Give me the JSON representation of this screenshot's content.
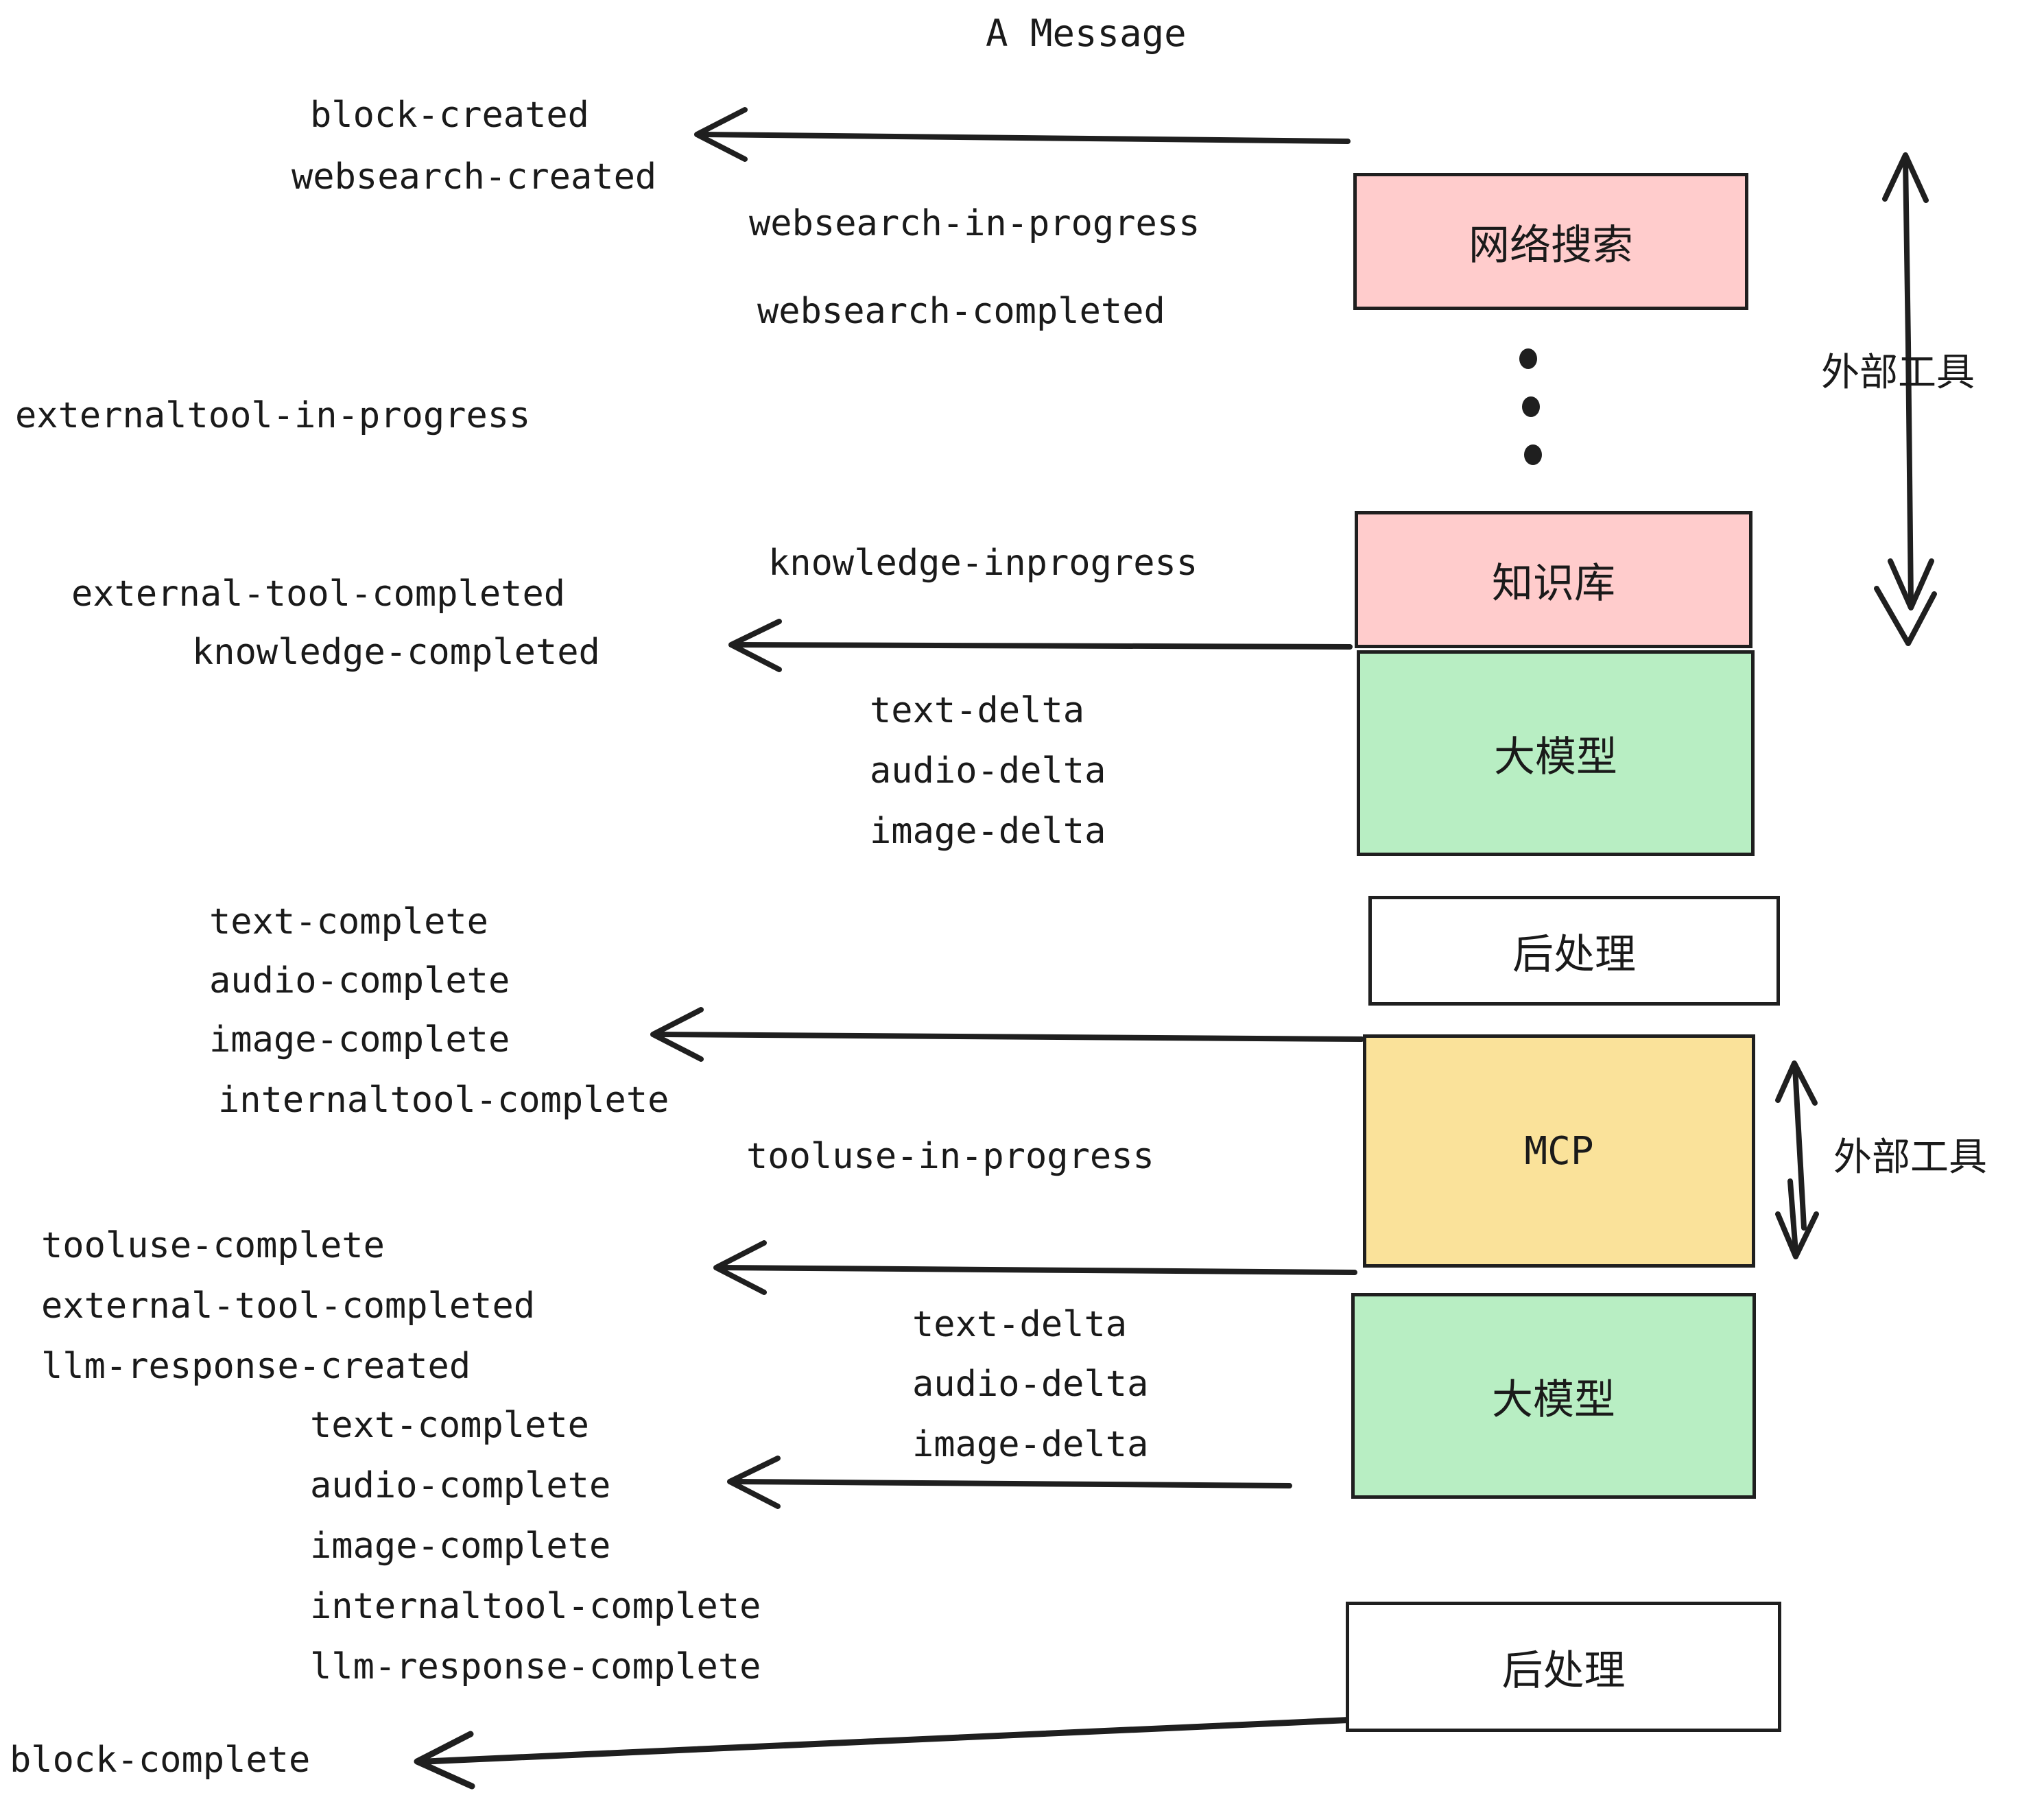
{
  "title": "A Message",
  "colors": {
    "pink": "#FFCCCC",
    "green": "#B8EEC3",
    "yellow": "#FAE29A",
    "white": "#FFFFFF",
    "stroke": "#1F1F1F",
    "text": "#1A1A1A",
    "background": "#FFFFFF"
  },
  "boxes": [
    {
      "id": "websearch",
      "label": "网络搜索",
      "fill": "#FFCCCC"
    },
    {
      "id": "knowledge",
      "label": "知识库",
      "fill": "#FFCCCC"
    },
    {
      "id": "llm-1",
      "label": "大模型",
      "fill": "#B8EEC3"
    },
    {
      "id": "postprocess-1",
      "label": "后处理",
      "fill": "#FFFFFF"
    },
    {
      "id": "mcp",
      "label": "MCP",
      "fill": "#FAE29A"
    },
    {
      "id": "llm-2",
      "label": "大模型",
      "fill": "#B8EEC3"
    },
    {
      "id": "postprocess-2",
      "label": "后处理",
      "fill": "#FFFFFF"
    }
  ],
  "side_labels": [
    {
      "id": "external-tools-top",
      "label": "外部工具"
    },
    {
      "id": "external-tools-bottom",
      "label": "外部工具"
    }
  ],
  "events": [
    {
      "id": "block-created",
      "text": "block-created"
    },
    {
      "id": "websearch-created",
      "text": "websearch-created"
    },
    {
      "id": "websearch-in-progress",
      "text": "websearch-in-progress"
    },
    {
      "id": "websearch-completed",
      "text": "websearch-completed"
    },
    {
      "id": "externaltool-in-progress",
      "text": "externaltool-in-progress"
    },
    {
      "id": "knowledge-inprogress",
      "text": "knowledge-inprogress"
    },
    {
      "id": "external-tool-completed-1",
      "text": "external-tool-completed"
    },
    {
      "id": "knowledge-completed",
      "text": "knowledge-completed"
    },
    {
      "id": "text-delta-1",
      "text": "text-delta"
    },
    {
      "id": "audio-delta-1",
      "text": "audio-delta"
    },
    {
      "id": "image-delta-1",
      "text": "image-delta"
    },
    {
      "id": "text-complete-1",
      "text": "text-complete"
    },
    {
      "id": "audio-complete-1",
      "text": "audio-complete"
    },
    {
      "id": "image-complete-1",
      "text": "image-complete"
    },
    {
      "id": "internaltool-complete-1",
      "text": "internaltool-complete"
    },
    {
      "id": "tooluse-in-progress",
      "text": "tooluse-in-progress"
    },
    {
      "id": "tooluse-complete",
      "text": "tooluse-complete"
    },
    {
      "id": "external-tool-completed-2",
      "text": "external-tool-completed"
    },
    {
      "id": "llm-response-created",
      "text": "llm-response-created"
    },
    {
      "id": "text-delta-2",
      "text": "text-delta"
    },
    {
      "id": "audio-delta-2",
      "text": "audio-delta"
    },
    {
      "id": "image-delta-2",
      "text": "image-delta"
    },
    {
      "id": "text-complete-2",
      "text": "text-complete"
    },
    {
      "id": "audio-complete-2",
      "text": "audio-complete"
    },
    {
      "id": "image-complete-2",
      "text": "image-complete"
    },
    {
      "id": "internaltool-complete-2",
      "text": "internaltool-complete"
    },
    {
      "id": "llm-response-complete",
      "text": "llm-response-complete"
    },
    {
      "id": "block-complete",
      "text": "block-complete"
    }
  ]
}
